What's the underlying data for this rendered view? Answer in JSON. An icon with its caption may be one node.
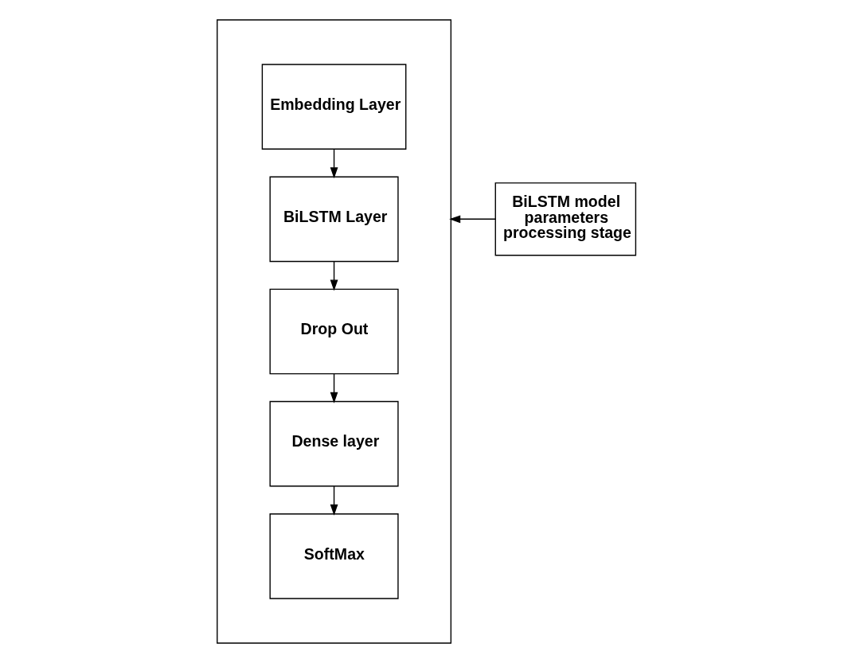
{
  "diagram": {
    "nodes": [
      {
        "text": [],
        "shape": "box"
      },
      {
        "text": [
          "Embedding Layer"
        ],
        "in": 0
      },
      {
        "text": [
          "BiLSTM Layer"
        ],
        "in": 0
      },
      {
        "text": [
          "Drop Out"
        ],
        "in": 0
      },
      {
        "text": [
          "Dense layer"
        ],
        "in": 0
      },
      {
        "text": [
          "SoftMax"
        ],
        "in": 0
      },
      {
        "text": [
          "BiLSTM model parameters processing stage"
        ]
      }
    ],
    "edges": [
      {
        "from": 1,
        "to": 2,
        "arrow": "to"
      },
      {
        "from": 2,
        "to": 3,
        "arrow": "to"
      },
      {
        "from": 3,
        "to": 4,
        "arrow": "to"
      },
      {
        "from": 4,
        "to": 5,
        "arrow": "to"
      },
      {
        "from": 6,
        "to": 0,
        "arrow": "to"
      }
    ]
  }
}
